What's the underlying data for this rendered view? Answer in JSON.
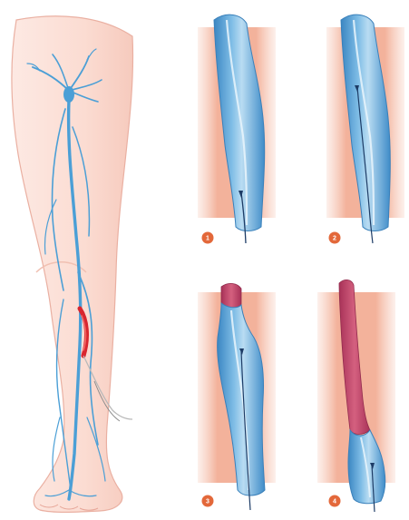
{
  "colors": {
    "skin": "#fbe3dc",
    "skin_outline": "#e9a99a",
    "vein": "#4b9fd6",
    "vein_light": "#a9d3ef",
    "vein_dark": "#3b86c2",
    "tissue": "#f4b7a0",
    "ablated": "#c2476a",
    "step_badge": "#e3683a",
    "fiber": "#b5b5b5"
  },
  "panels": [
    {
      "step": "1",
      "stage": "catheter-inserted"
    },
    {
      "step": "2",
      "stage": "catheter-advanced"
    },
    {
      "step": "3",
      "stage": "ablation-started"
    },
    {
      "step": "4",
      "stage": "ablation-complete"
    }
  ]
}
